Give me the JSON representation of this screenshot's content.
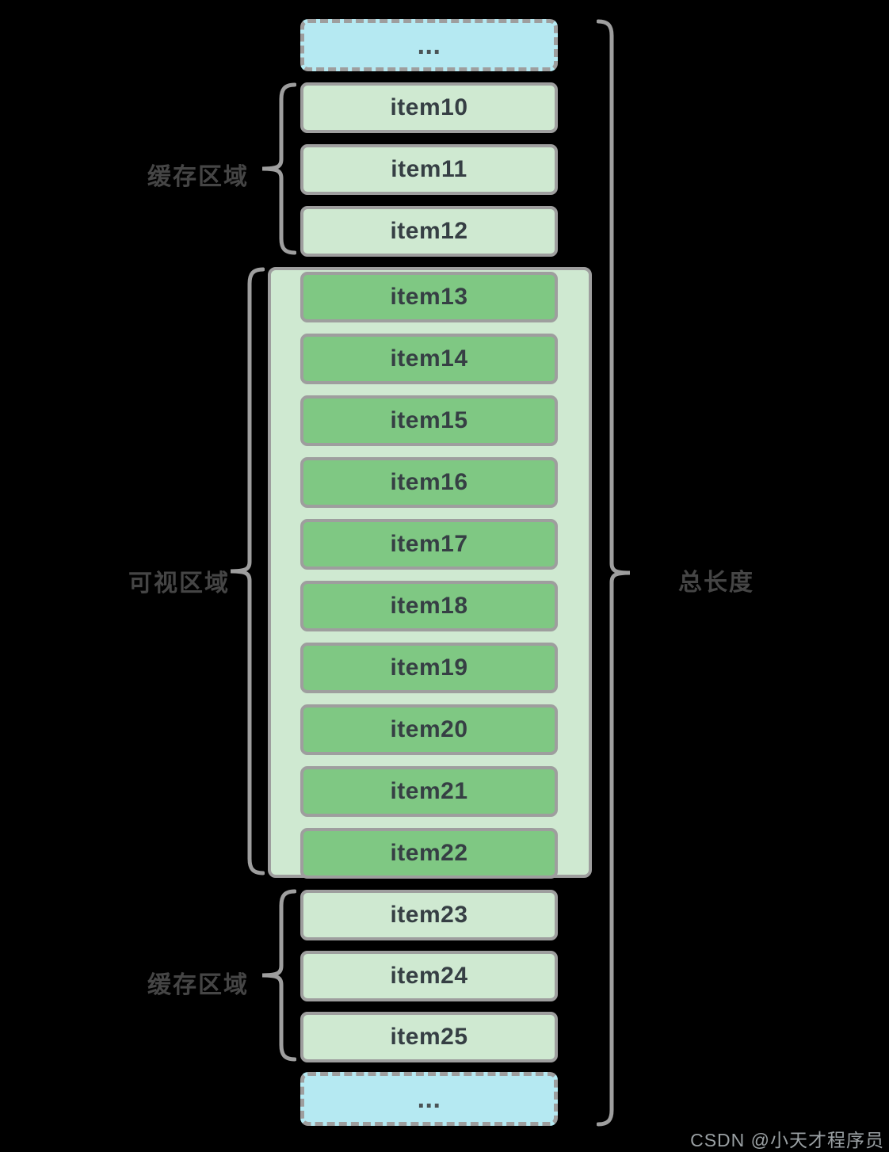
{
  "diagram": {
    "title_hint": "virtual-list scrolling diagram",
    "background": "#000000",
    "colors": {
      "ellipsis_fill": "#b5e9f2",
      "cache_fill": "#cfe9d1",
      "visible_fill": "#7fc883",
      "border": "#9e9e9e",
      "item_text": "#363f44",
      "label_text": "#454545",
      "watermark_text": "#9aa0a3"
    },
    "ellipsis_top": "...",
    "ellipsis_bottom": "...",
    "top_cache": {
      "label": "缓存区域",
      "items": [
        "item10",
        "item11",
        "item12"
      ]
    },
    "visible_area": {
      "label": "可视区域",
      "items": [
        "item13",
        "item14",
        "item15",
        "item16",
        "item17",
        "item18",
        "item19",
        "item20",
        "item21",
        "item22"
      ]
    },
    "bottom_cache": {
      "label": "缓存区域",
      "items": [
        "item23",
        "item24",
        "item25"
      ]
    },
    "total_length": {
      "label": "总长度"
    },
    "watermark": "CSDN @小天才程序员"
  }
}
